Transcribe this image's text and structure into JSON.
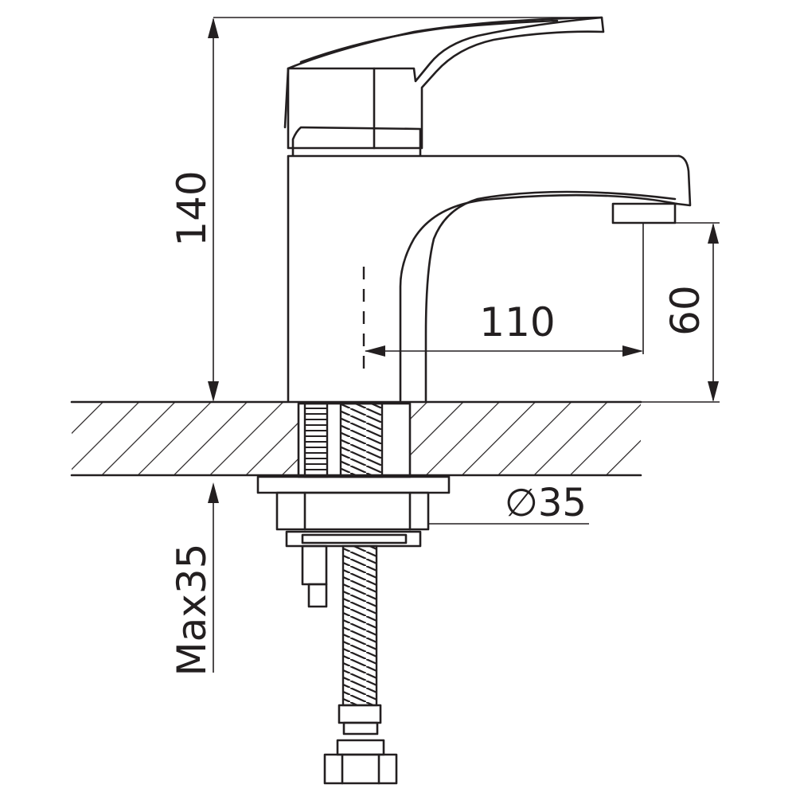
{
  "dimensions": {
    "total_height": "140",
    "spout_height": "60",
    "spout_reach": "110",
    "hole_diameter": "∅35",
    "max_deck_thickness": "Max35"
  },
  "colors": {
    "line": "#231f20",
    "background": "#ffffff"
  }
}
